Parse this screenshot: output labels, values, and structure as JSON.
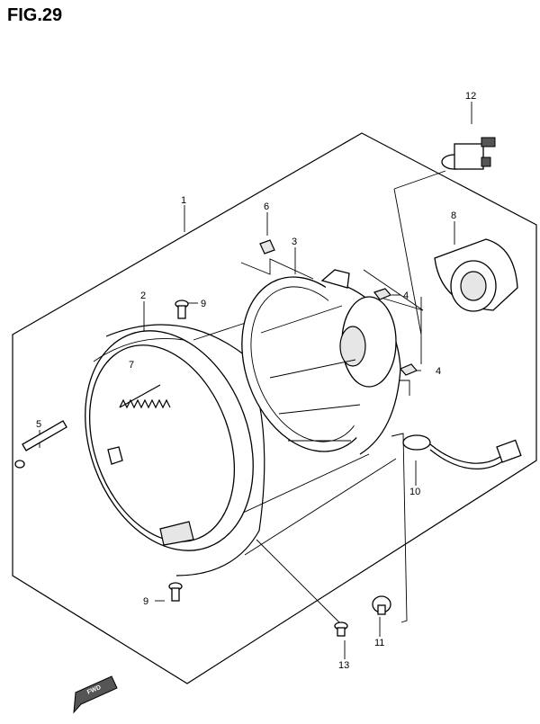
{
  "figure": {
    "title": "FIG.29"
  },
  "callouts": [
    {
      "id": "1",
      "label": "1"
    },
    {
      "id": "2",
      "label": "2"
    },
    {
      "id": "3",
      "label": "3"
    },
    {
      "id": "4a",
      "label": "4"
    },
    {
      "id": "4b",
      "label": "4"
    },
    {
      "id": "5",
      "label": "5"
    },
    {
      "id": "6",
      "label": "6"
    },
    {
      "id": "7",
      "label": "7"
    },
    {
      "id": "8",
      "label": "8"
    },
    {
      "id": "9a",
      "label": "9"
    },
    {
      "id": "9b",
      "label": "9"
    },
    {
      "id": "10",
      "label": "10"
    },
    {
      "id": "11",
      "label": "11"
    },
    {
      "id": "12",
      "label": "12"
    },
    {
      "id": "13",
      "label": "13"
    }
  ],
  "direction_marker": {
    "label": "FWD"
  }
}
